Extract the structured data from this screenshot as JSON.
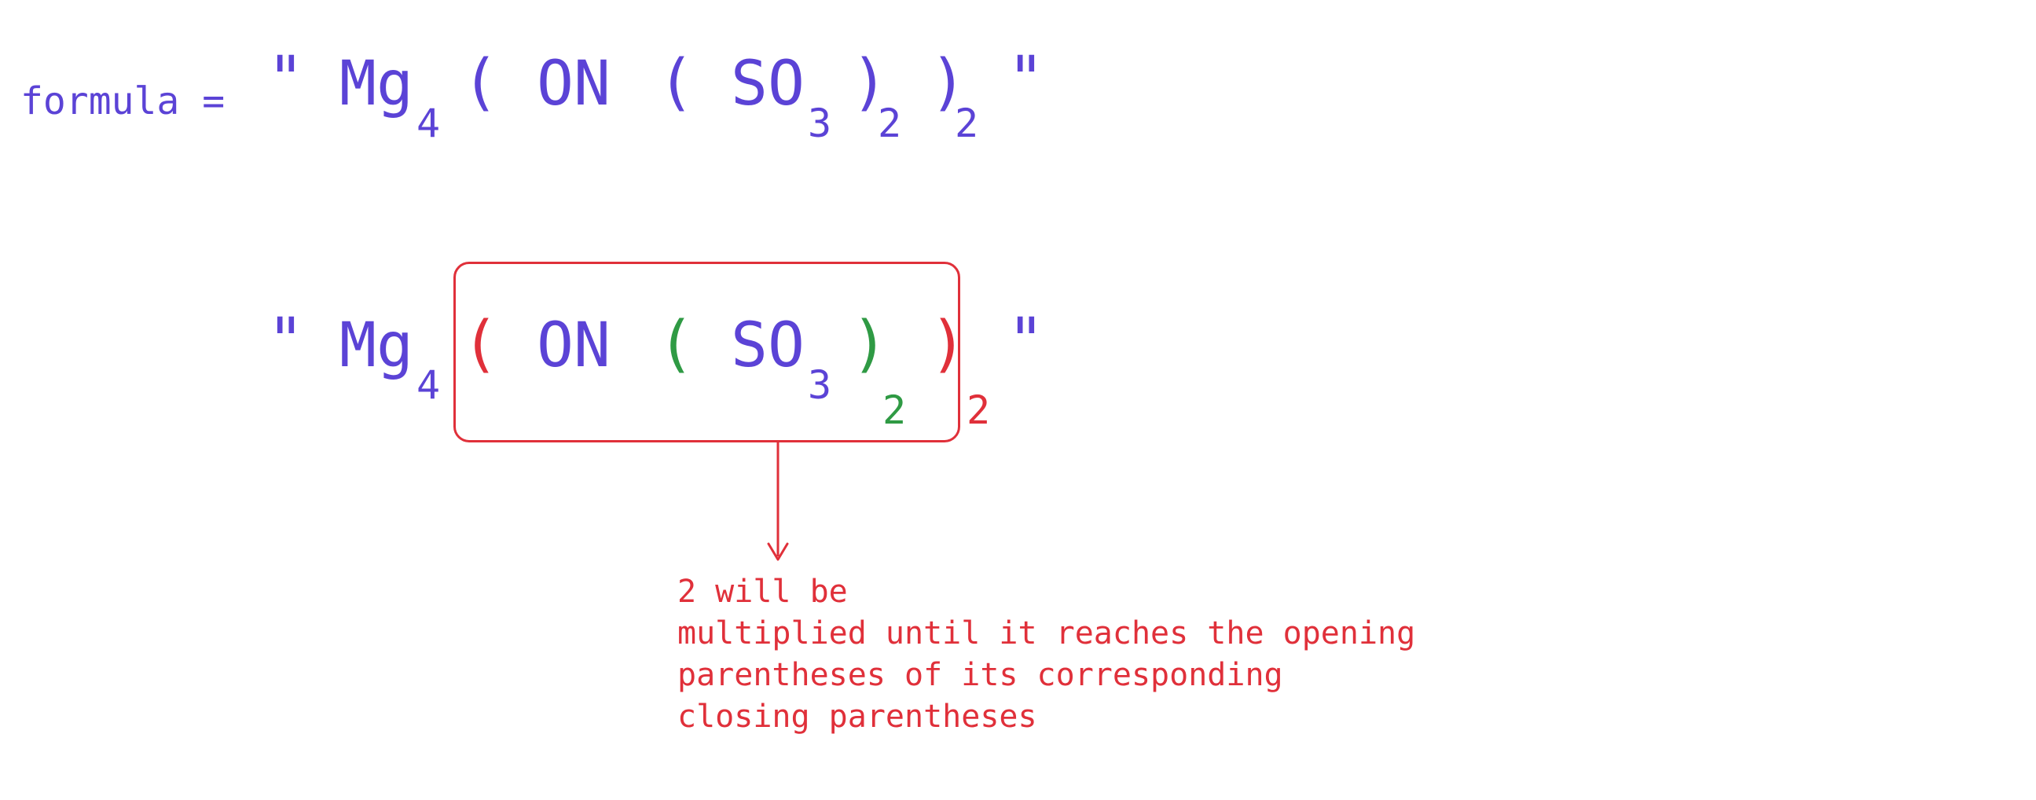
{
  "colors": {
    "purple": "#5b43d6",
    "red": "#e0303a",
    "green": "#2f9a44"
  },
  "line1": {
    "label": "formula =",
    "open_quote": "\"",
    "element1": "Mg",
    "sub1": "4",
    "paren_open_outer": "(",
    "element2": "ON",
    "paren_open_inner": "(",
    "element3": "SO",
    "sub3": "3",
    "paren_close_inner": ")",
    "sub_inner": "2",
    "paren_close_outer": ")",
    "sub_outer": "2",
    "close_quote": "\""
  },
  "line2": {
    "open_quote": "\"",
    "element1": "Mg",
    "sub1": "4",
    "paren_open_outer": "(",
    "element2": "ON",
    "paren_open_inner": "(",
    "element3": "SO",
    "sub3": "3",
    "paren_close_inner": ")",
    "sub_inner": "2",
    "paren_close_outer": ")",
    "sub_outer": "2",
    "close_quote": "\""
  },
  "annotation": {
    "lines": [
      "2 will be",
      "multiplied until it reaches the opening",
      "parentheses of its corresponding",
      "closing parentheses"
    ]
  }
}
